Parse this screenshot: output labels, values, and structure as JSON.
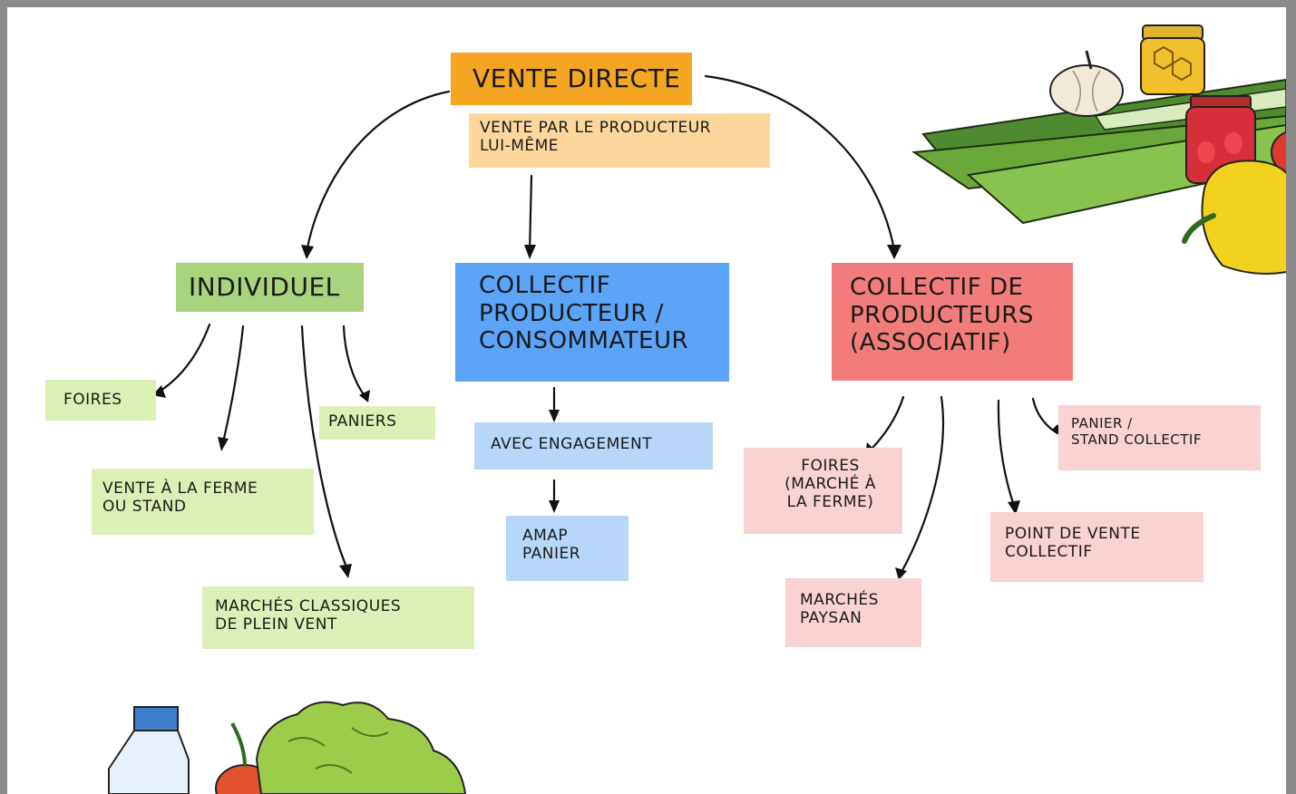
{
  "diagram": {
    "root": {
      "label": "VENTE DIRECTE",
      "subtitle": "VENTE PAR LE PRODUCTEUR\nLUI-MÊME"
    },
    "categories": {
      "individuel": {
        "label": "INDIVIDUEL",
        "children": [
          "FOIRES",
          "VENTE À LA FERME\nOU STAND",
          "MARCHÉS CLASSIQUES\nDE PLEIN VENT",
          "PANIERS"
        ]
      },
      "collectif_prod_conso": {
        "label": "COLLECTIF\nPRODUCTEUR /\nCONSOMMATEUR",
        "children": [
          "AVEC ENGAGEMENT",
          "AMAP\nPANIER"
        ]
      },
      "collectif_producteurs": {
        "label": "COLLECTIF DE\nPRODUCTEURS\n(ASSOCIATIF)",
        "children": [
          "FOIRES\n(MARCHÉ À\nLA FERME)",
          "MARCHÉS\nPAYSAN",
          "POINT DE VENTE\nCOLLECTIF",
          "PANIER /\nSTAND COLLECTIF"
        ]
      }
    },
    "colors": {
      "root": "#f4a623",
      "root_sub": "#fbd79b",
      "individuel": "#a9d37c",
      "individuel_child": "#dcefb6",
      "collectif_pc": "#5ba4f8",
      "collectif_pc_child": "#b8d6f8",
      "collectif_p": "#f27c7c",
      "collectif_p_child": "#f9d2d2"
    },
    "illustrations": [
      "garlic-icon",
      "honey-jar-icon",
      "leek-icon",
      "jam-jar-icon",
      "bell-pepper-icon",
      "milk-bottle-icon",
      "tomato-icon",
      "lettuce-icon"
    ]
  }
}
